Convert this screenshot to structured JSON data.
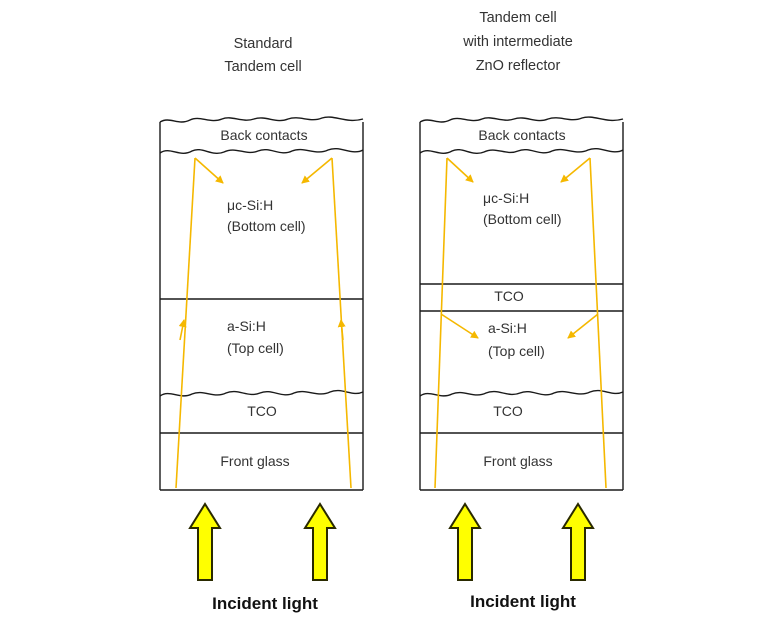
{
  "left_panel": {
    "title_line1": "Standard",
    "title_line2": "Tandem cell",
    "layers": {
      "back_contacts": "Back contacts",
      "bottom_cell_line1": "μc-Si:H",
      "bottom_cell_line2": "(Bottom cell)",
      "top_cell_line1": "a-Si:H",
      "top_cell_line2": "(Top cell)",
      "tco": "TCO",
      "front_glass": "Front glass"
    },
    "incident_label": "Incident light"
  },
  "right_panel": {
    "title_line1": "Tandem cell",
    "title_line2": "with intermediate",
    "title_line3": "ZnO reflector",
    "layers": {
      "back_contacts": "Back contacts",
      "bottom_cell_line1": "μc-Si:H",
      "bottom_cell_line2": "(Bottom cell)",
      "intermediate_tco": "TCO",
      "top_cell_line1": "a-Si:H",
      "top_cell_line2": "(Top cell)",
      "tco": "TCO",
      "front_glass": "Front glass"
    },
    "incident_label": "Incident light"
  },
  "colors": {
    "ray": "#f5b800",
    "arrow_fill": "#ffff00",
    "arrow_stroke": "#2a2a00",
    "outline": "#1a1a1a"
  }
}
